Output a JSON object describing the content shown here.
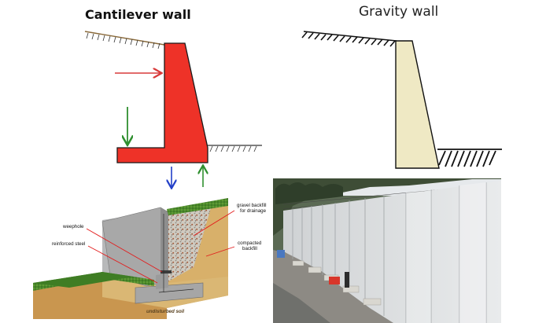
{
  "titles": {
    "cantilever": "Cantilever wall",
    "gravity": "Gravity wall"
  },
  "section_labels": {
    "weephole": "weephole",
    "reinforced_steel": "reinforced steel",
    "gravel_line1": "gravel backfill",
    "gravel_line2": "for drainage",
    "compacted_line1": "compacted",
    "compacted_line2": "backfill",
    "undisturbed_soil": "undisturbed soil"
  },
  "colors": {
    "cantilever_wall": "#ee3228",
    "gravity_wall": "#efe9c4",
    "lateral_arrow": "#d83a3a",
    "down_arrow": "#2f8f2f",
    "base_down_arrow": "#2340c8",
    "base_up_arrow": "#2f8f2f",
    "grass": "#4c8a2c",
    "soil": "#d8b06a",
    "concrete": "#a8a8a8"
  },
  "photo": {
    "subject": "precast-concrete-retaining-wall-photo"
  }
}
